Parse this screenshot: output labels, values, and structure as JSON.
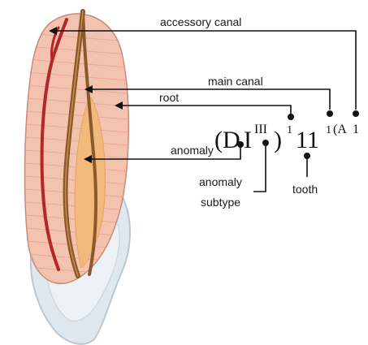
{
  "labels": {
    "accessory_canal": "accessory canal",
    "main_canal": "main canal",
    "root": "root",
    "anomaly": "anomaly",
    "anomaly_subtype_line1": "anomaly",
    "anomaly_subtype_line2": "subtype",
    "tooth": "tooth"
  },
  "formula": {
    "open": "(D",
    "anomaly_letter": "I",
    "subtype_sup": "III",
    "close": ")",
    "root_sup": "1",
    "tooth_number": "11",
    "main_canal_sup": "1",
    "accessory": "(A",
    "accessory_sup": "1"
  },
  "colors": {
    "root_fill": "#f3c3b0",
    "root_stripes": "#e79a8a",
    "crown_fill": "#dfe8ee",
    "crown_stroke": "#b9c8d2",
    "canal_brown": "#8b5a2b",
    "accessory_red": "#b3262a",
    "anomaly_orange": "#f2b978",
    "leader_line": "#111111"
  }
}
